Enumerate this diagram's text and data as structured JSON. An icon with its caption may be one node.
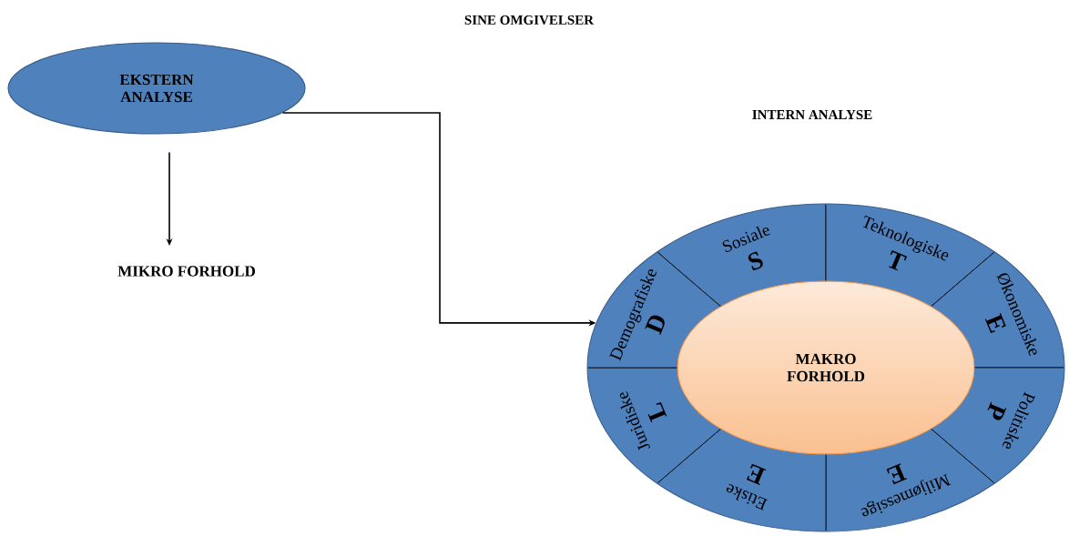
{
  "diagram": {
    "title": "SINE OMGIVELSER",
    "nodes": [
      {
        "text": [
          "EKSTERN ANALYSE"
        ]
      },
      {
        "text": [
          "MIKRO FORHOLD"
        ]
      },
      {
        "text": [],
        "shape": "circle"
      },
      {
        "text": [
          "MAKRO FORHOLD"
        ],
        "in": 2
      },
      {
        "text": [
          "Sosiale",
          "S"
        ],
        "in": 2
      },
      {
        "text": [
          "Teknologiske",
          "T"
        ],
        "in": 2
      },
      {
        "text": [
          "Økonomiske",
          "E"
        ],
        "in": 2
      },
      {
        "text": [
          "Politiske",
          "P"
        ],
        "in": 2
      },
      {
        "text": [
          "Miljømessige",
          "E"
        ],
        "in": 2
      },
      {
        "text": [
          "Etiske",
          "E"
        ],
        "in": 2
      },
      {
        "text": [
          "Juridiske",
          "L"
        ],
        "in": 2
      },
      {
        "text": [
          "Demografiske",
          "D"
        ],
        "in": 2
      }
    ],
    "edges": [
      {
        "from": 0,
        "to": 1,
        "arrow": "to"
      },
      {
        "from": 0,
        "to": 2,
        "arrow": "to"
      }
    ],
    "labels": [
      "INTERN ANALYSE"
    ]
  }
}
